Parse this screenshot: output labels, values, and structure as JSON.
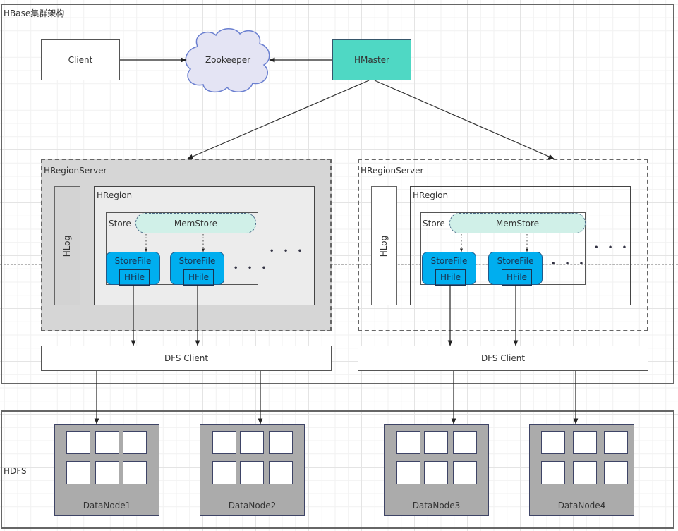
{
  "diagram": {
    "title": "HBase集群架构",
    "hdfs_label": "HDFS",
    "client_label": "Client",
    "zookeeper_label": "Zookeeper",
    "hmaster_label": "HMaster",
    "colors": {
      "hmaster_fill": "#4fd8c4",
      "zookeeper_fill": "#e4e4f4",
      "zookeeper_stroke": "#6a7fd0",
      "storefile_fill": "#00aeef",
      "memstore_fill": "#d0f0e8",
      "datanode_fill": "#ababab",
      "regionserver_left_fill": "#d6d6d6"
    },
    "region_servers": [
      {
        "label": "HRegionServer",
        "hlog_label": "HLog",
        "hregion_label": "HRegion",
        "store_label": "Store",
        "memstore_label": "MemStore",
        "storefiles": [
          {
            "label": "StoreFile",
            "hfile_label": "HFile"
          },
          {
            "label": "StoreFile",
            "hfile_label": "HFile"
          }
        ],
        "more_storefiles": "• • •",
        "more_stores": "• • •",
        "dfs_client_label": "DFS Client"
      },
      {
        "label": "HRegionServer",
        "hlog_label": "HLog",
        "hregion_label": "HRegion",
        "store_label": "Store",
        "memstore_label": "MemStore",
        "storefiles": [
          {
            "label": "StoreFile",
            "hfile_label": "HFile"
          },
          {
            "label": "StoreFile",
            "hfile_label": "HFile"
          }
        ],
        "more_storefiles": "• • •",
        "more_stores": "• • •",
        "dfs_client_label": "DFS Client"
      }
    ],
    "datanodes": [
      {
        "label": "DataNode1",
        "blocks": 6
      },
      {
        "label": "DataNode2",
        "blocks": 6
      },
      {
        "label": "DataNode3",
        "blocks": 6
      },
      {
        "label": "DataNode4",
        "blocks": 6
      }
    ],
    "connections": [
      {
        "from": "Client",
        "to": "Zookeeper"
      },
      {
        "from": "HMaster",
        "to": "Zookeeper"
      },
      {
        "from": "HMaster",
        "to": "HRegionServer (left)"
      },
      {
        "from": "HMaster",
        "to": "HRegionServer (right)"
      },
      {
        "from": "HFile",
        "to": "DFS Client"
      },
      {
        "from": "DFS Client",
        "to": "DataNode"
      }
    ]
  }
}
